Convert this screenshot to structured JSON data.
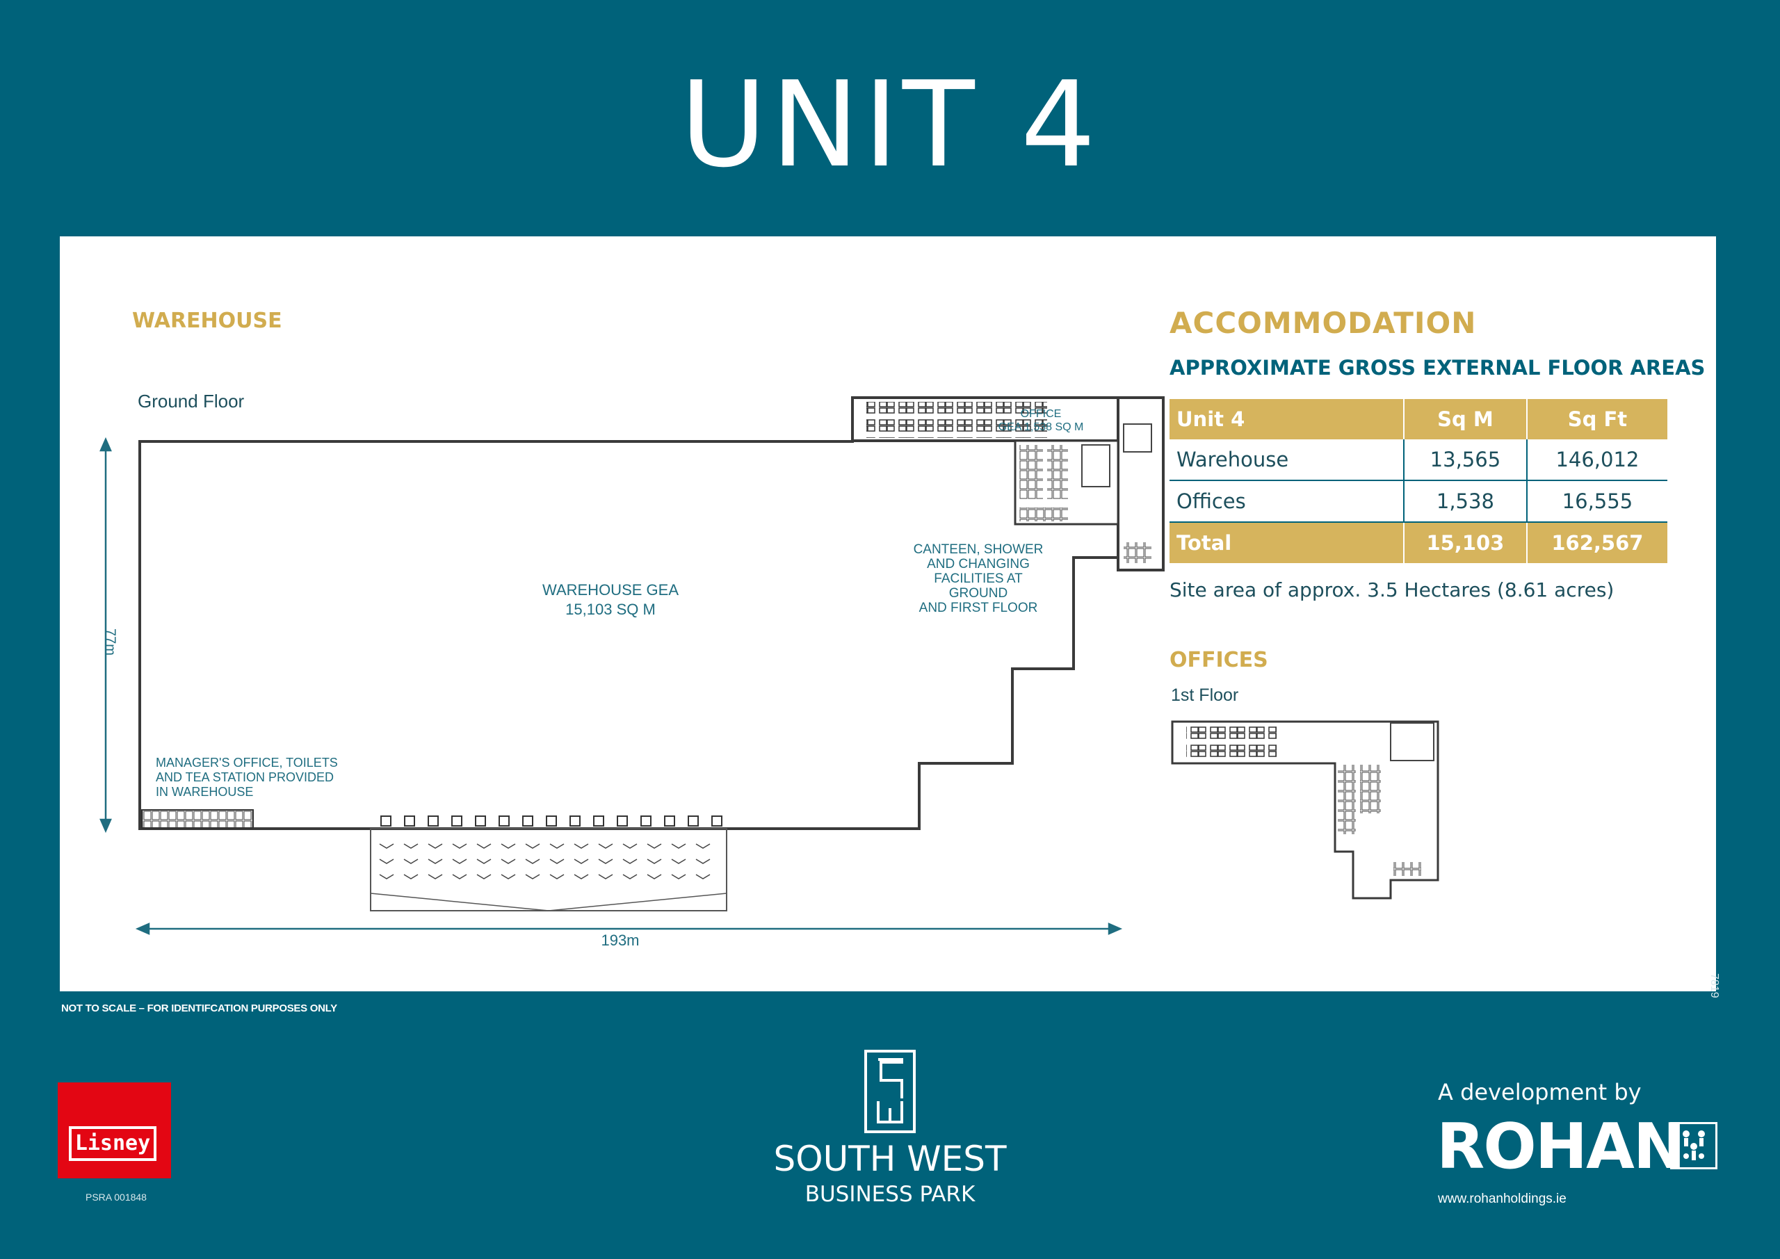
{
  "page": {
    "title": "UNIT 4"
  },
  "plan": {
    "warehouse_heading": "WAREHOUSE",
    "ground_floor_label": "Ground Floor",
    "office_label_line1": "OFFICE",
    "office_label_line2": "GEA 1,538 SQ M",
    "canteen_line1": "CANTEEN, SHOWER",
    "canteen_line2": "AND CHANGING",
    "canteen_line3": "FACILITIES AT GROUND",
    "canteen_line4": "AND FIRST FLOOR",
    "warehouse_gea_line1": "WAREHOUSE GEA",
    "warehouse_gea_line2": "15,103 SQ M",
    "manager_line1": "MANAGER'S OFFICE, TOILETS",
    "manager_line2": "AND TEA STATION PROVIDED",
    "manager_line3": "IN WAREHOUSE",
    "dim_height": "77m",
    "dim_width": "193m"
  },
  "accommodation": {
    "title": "ACCOMMODATION",
    "subtitle": "APPROXIMATE GROSS EXTERNAL FLOOR AREAS",
    "columns": [
      "Unit 4",
      "Sq M",
      "Sq Ft"
    ],
    "rows": [
      {
        "name": "Warehouse",
        "sqm": "13,565",
        "sqft": "146,012"
      },
      {
        "name": "Offices",
        "sqm": "1,538",
        "sqft": "16,555"
      }
    ],
    "total": {
      "name": "Total",
      "sqm": "15,103",
      "sqft": "162,567"
    },
    "site_area": "Site area of approx. 3.5 Hectares (8.61 acres)"
  },
  "offices": {
    "heading": "OFFICES",
    "floor_label": "1st Floor"
  },
  "footer": {
    "disclaimer": "NOT TO SCALE – FOR IDENTIFCATION PURPOSES ONLY",
    "ref_code": "7819",
    "lisney_name": "Lisney",
    "psra": "PSRA 001848",
    "park_name": "SOUTH WEST",
    "park_sub": "BUSINESS PARK",
    "developer_intro": "A development by",
    "developer_name": "ROHAN",
    "developer_url": "www.rohanholdings.ie"
  },
  "colors": {
    "background": "#00627a",
    "gold": "#d1ac4f",
    "table_gold": "#d6b45d",
    "lisney_red": "#e30613",
    "dimension_teal": "#1f6d80"
  }
}
